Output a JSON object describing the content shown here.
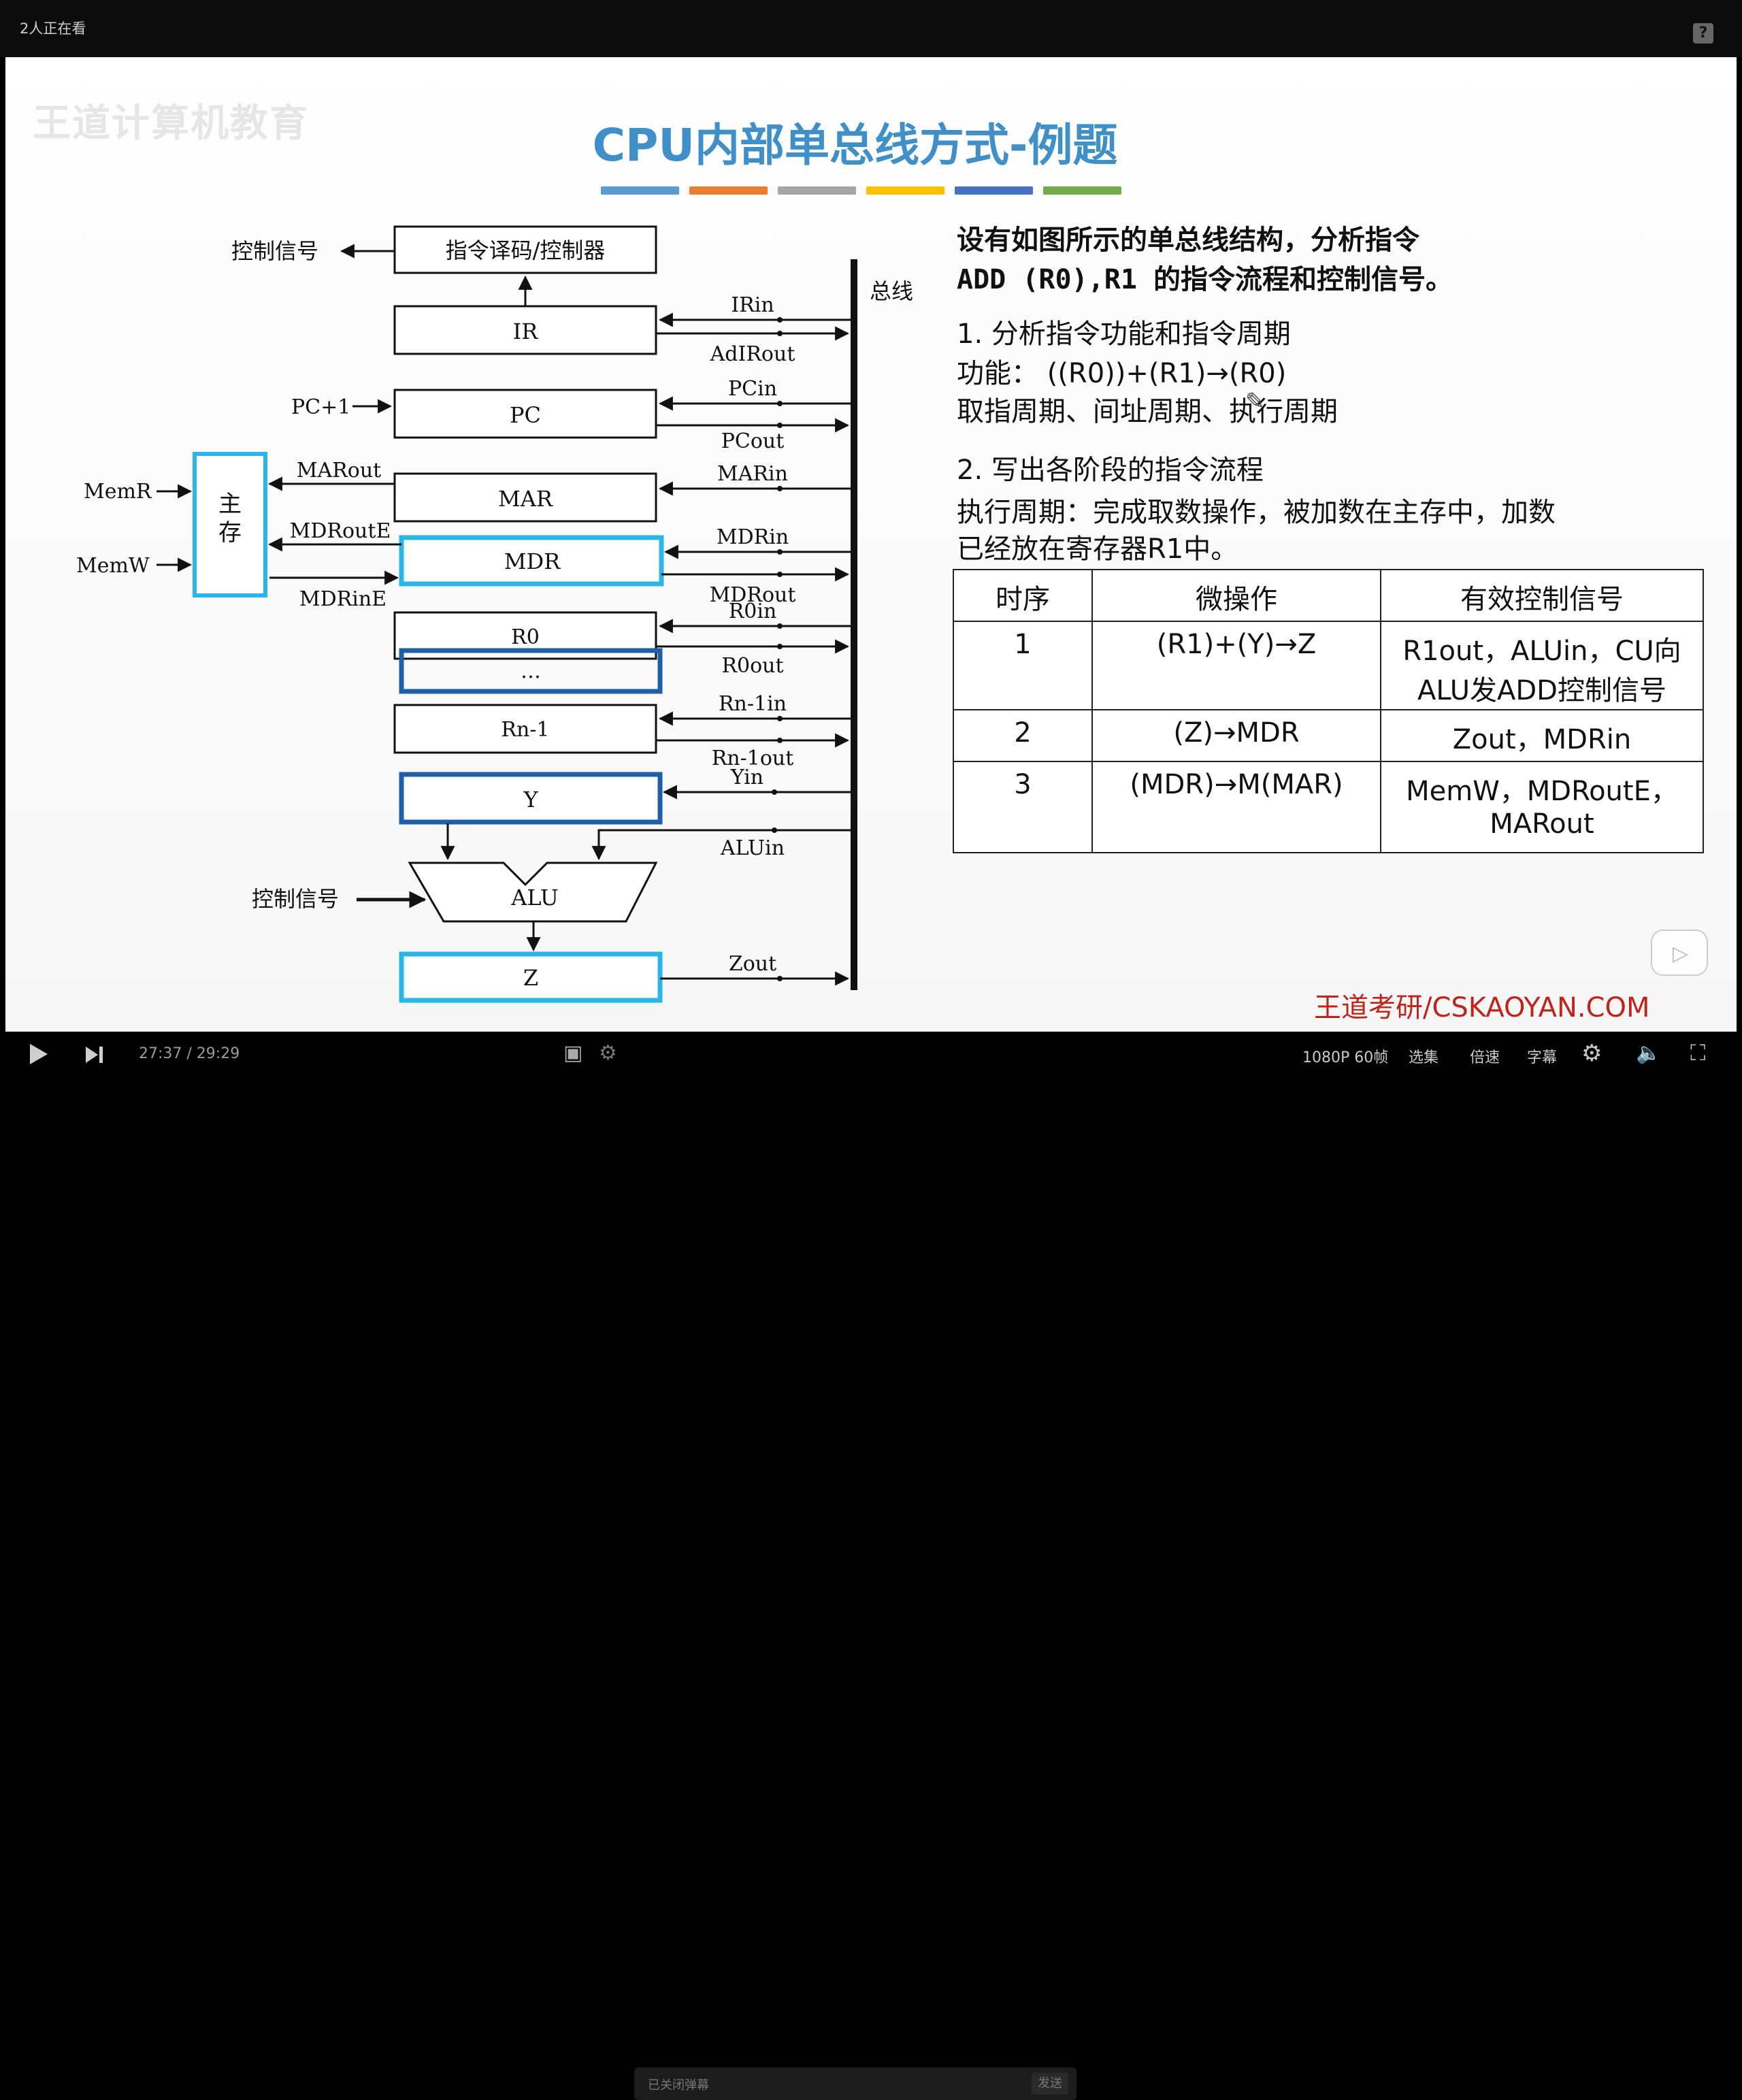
{
  "topbar": {
    "viewers": "2人正在看",
    "help": "?"
  },
  "slide": {
    "watermark": "王道计算机教育",
    "title": "CPU内部单总线方式-例题",
    "colors": [
      "#5b9bd5",
      "#ed7d31",
      "#a5a5a5",
      "#ffc000",
      "#4472c4",
      "#70ad47"
    ]
  },
  "diagram": {
    "ctrl_top": "控制信号",
    "decoder": "指令译码/控制器",
    "bus": "总线",
    "regs": {
      "ir": "IR",
      "pc": "PC",
      "mar": "MAR",
      "mdr": "MDR",
      "r0": "R0",
      "dots": "…",
      "rn": "Rn-1",
      "y": "Y",
      "alu": "ALU",
      "z": "Z"
    },
    "main_mem": {
      "l1": "主",
      "l2": "存"
    },
    "signals": {
      "irin": "IRin",
      "adirout": "AdIRout",
      "pcin": "PCin",
      "pcout": "PCout",
      "pc_plus": "PC+1",
      "marout": "MARout",
      "marin": "MARin",
      "mdroute": "MDRoutE",
      "mdrine": "MDRinE",
      "mdrin": "MDRin",
      "mdrout": "MDRout",
      "memr": "MemR",
      "memw": "MemW",
      "r0in": "R0in",
      "r0out": "R0out",
      "rnin": "Rn-1in",
      "rnout": "Rn-1out",
      "yin": "Yin",
      "aluin": "ALUin",
      "zout": "Zout",
      "ctrl_alu": "控制信号"
    }
  },
  "text": {
    "q1": "设有如图所示的单总线结构，分析指令",
    "q2": "ADD (R0),R1 的指令流程和控制信号。",
    "s1": "1.  分析指令功能和指令周期",
    "func": "功能：  ((R0))+(R1)→(R0)",
    "cycles": "取指周期、间址周期、执行周期",
    "s2": "2.  写出各阶段的指令流程",
    "exec1": "执行周期：完成取数操作，被加数在主存中，加数",
    "exec2": "已经放在寄存器R1中。"
  },
  "table": {
    "headers": [
      "时序",
      "微操作",
      "有效控制信号"
    ],
    "rows": [
      {
        "seq": "1",
        "op": "(R1)+(Y)→Z",
        "sig1": "R1out，ALUin，CU向",
        "sig2": "ALU发ADD控制信号"
      },
      {
        "seq": "2",
        "op": "(Z)→MDR",
        "sig1": "Zout，MDRin",
        "sig2": ""
      },
      {
        "seq": "3",
        "op": "(MDR)→M(MAR)",
        "sig1": "MemW，MDRoutE，",
        "sig2": "MARout"
      }
    ]
  },
  "brand": "王道考研/CSKAOYAN.COM",
  "player": {
    "time": "27:37 / 29:29",
    "danmaku_placeholder": "已关闭弹幕",
    "send": "发送",
    "quality": "1080P 60帧",
    "episodes": "选集",
    "speed": "倍速",
    "subtitle": "字幕"
  }
}
